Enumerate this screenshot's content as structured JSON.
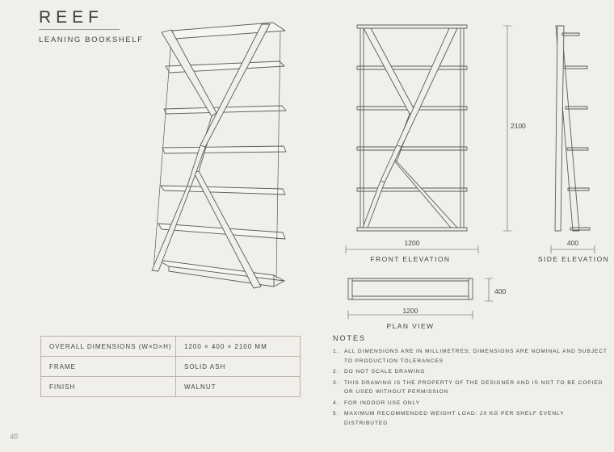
{
  "header": {
    "title": "REEF",
    "subtitle": "LEANING BOOKSHELF"
  },
  "front_elevation": {
    "label": "FRONT ELEVATION",
    "width": "1200",
    "height": "2100"
  },
  "side_elevation": {
    "label": "SIDE ELEVATION",
    "depth": "400"
  },
  "plan_view": {
    "label": "PLAN VIEW",
    "width": "1200",
    "depth": "400"
  },
  "specs": [
    {
      "key": "OVERALL DIMENSIONS (W×D×H)",
      "value": "1200 × 400 × 2100 MM"
    },
    {
      "key": "FRAME",
      "value": "SOLID ASH"
    },
    {
      "key": "FINISH",
      "value": "WALNUT"
    }
  ],
  "notes": {
    "title": "NOTES",
    "items": [
      {
        "num": "1.",
        "text": "ALL DIMENSIONS ARE IN MILLIMETRES; DIMENSIONS ARE NOMINAL AND SUBJECT TO PRODUCTION TOLERANCES"
      },
      {
        "num": "2.",
        "text": "DO NOT SCALE DRAWING"
      },
      {
        "num": "3.",
        "text": "THIS DRAWING IS THE PROPERTY OF THE DESIGNER AND IS NOT TO BE COPIED OR USED WITHOUT PERMISSION"
      },
      {
        "num": "4.",
        "text": "FOR INDOOR USE ONLY"
      },
      {
        "num": "5.",
        "text": "MAXIMUM RECOMMENDED WEIGHT LOAD: 20 KG PER SHELF EVENLY DISTRIBUTED"
      }
    ]
  },
  "page_number": "48"
}
